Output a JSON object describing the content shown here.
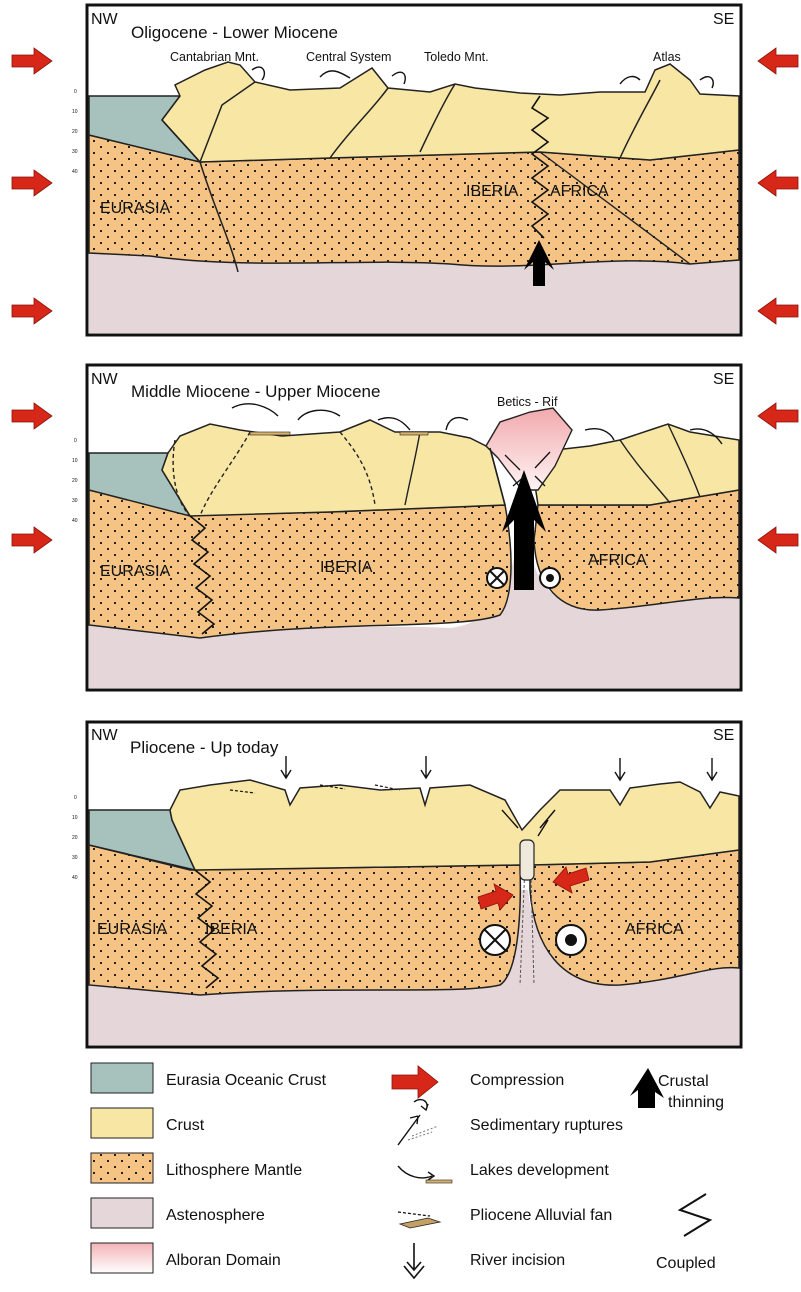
{
  "panels": [
    {
      "title": "Oligocene - Lower Miocene",
      "nw": "NW",
      "se": "SE",
      "mountains": [
        "Cantabrian Mnt.",
        "Central System",
        "Toledo Mnt.",
        "Atlas"
      ],
      "plates": [
        "EURASIA",
        "IBERIA",
        "AFRICA"
      ]
    },
    {
      "title": "Middle Miocene - Upper Miocene",
      "nw": "NW",
      "se": "SE",
      "mountains": [
        "Betics - Rif"
      ],
      "plates": [
        "EURASIA",
        "IBERIA",
        "AFRICA"
      ]
    },
    {
      "title": "Pliocene - Up today",
      "nw": "NW",
      "se": "SE",
      "plates": [
        "EURASIA",
        "IBERIA",
        "AFRICA"
      ]
    }
  ],
  "depth_ticks": [
    "0",
    "10",
    "20",
    "30",
    "40"
  ],
  "legend": {
    "units": [
      {
        "label": "Eurasia Oceanic Crust",
        "color": "#a7c2bd"
      },
      {
        "label": "Crust",
        "color": "#f7e6a4"
      },
      {
        "label": "Lithosphere Mantle",
        "color": "#f5c384"
      },
      {
        "label": "Astenosphere",
        "color": "#e5d6d9"
      },
      {
        "label": "Alboran Domain",
        "color": "#f7c6c8"
      }
    ],
    "symbols": [
      {
        "label": "Compression",
        "icon": "compression-arrow"
      },
      {
        "label": "Sedimentary ruptures",
        "icon": "rupture-symbol"
      },
      {
        "label": "Lakes development",
        "icon": "lake-symbol"
      },
      {
        "label": "Pliocene Alluvial fan",
        "icon": "alluvial-fan-symbol"
      },
      {
        "label": "River incision",
        "icon": "river-incision-symbol"
      }
    ],
    "crustal_thinning": [
      "Crustal",
      "thinning"
    ],
    "coupled": "Coupled"
  },
  "colors": {
    "oceanic": "#a7c2bd",
    "crust": "#f7e6a4",
    "mantle": "#f5c384",
    "astheno": "#e5d6d9",
    "alboran": "#f7c6c8",
    "compression": "#d62718"
  }
}
